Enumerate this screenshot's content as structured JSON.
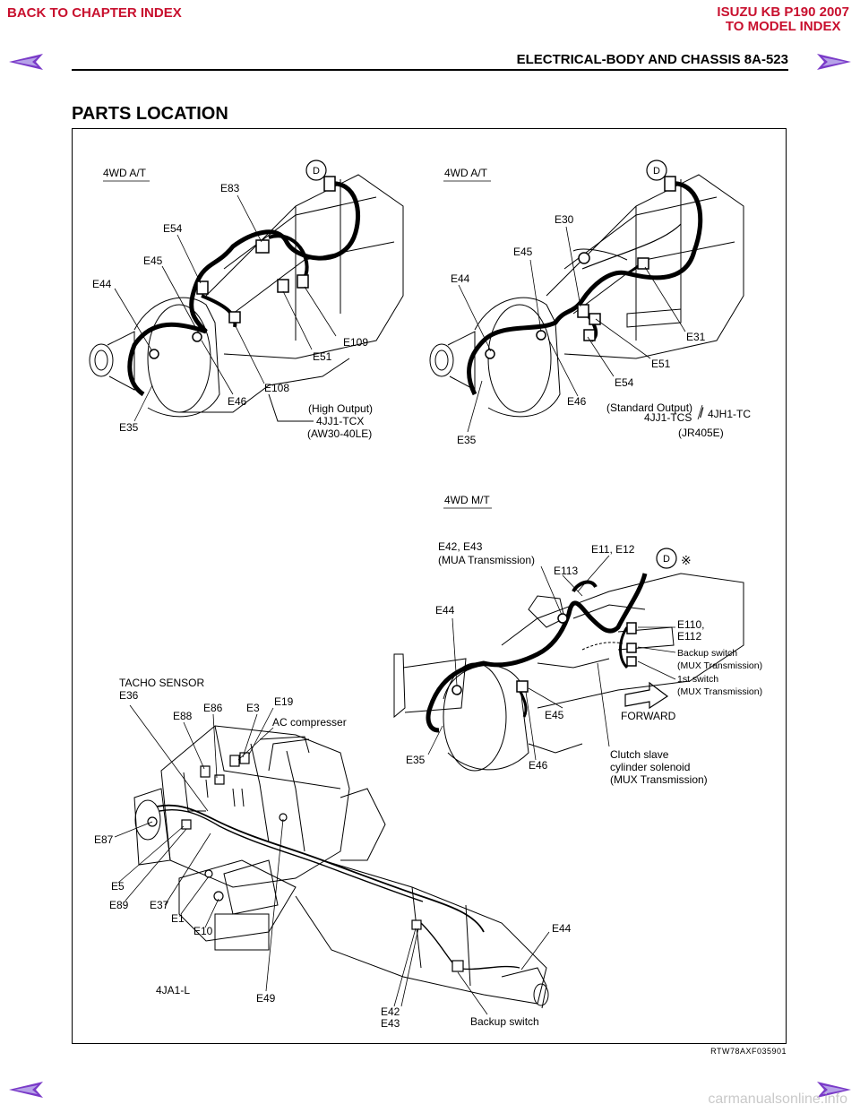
{
  "nav": {
    "back_to_chapter": "BACK TO CHAPTER INDEX",
    "brand_line1": "ISUZU KB P190 2007",
    "brand_line2": "TO MODEL INDEX"
  },
  "header": {
    "page_heading": "ELECTRICAL-BODY AND CHASSIS  8A-523"
  },
  "section_title": "PARTS LOCATION",
  "figure": {
    "code": "RTW78AXF035901",
    "panel_at_high": {
      "title": "4WD A/T",
      "marker": "D",
      "labels": [
        "E83",
        "E54",
        "E45",
        "E44",
        "E109",
        "E51",
        "E108",
        "E46",
        "E35"
      ],
      "caption": [
        "(High Output)",
        "4JJ1-TCX",
        "(AW30-40LE)"
      ]
    },
    "panel_at_std": {
      "title": "4WD A/T",
      "marker": "D",
      "labels": [
        "E30",
        "E45",
        "E44",
        "E31",
        "E51",
        "E54",
        "E46",
        "E35"
      ],
      "caption": [
        "(Standard Output)",
        "4JJ1-TCS",
        "/",
        "4JH1-TC",
        "(JR405E)"
      ]
    },
    "panel_mt": {
      "title": "4WD M/T",
      "marker": "D",
      "note_symbol": "※",
      "labels": {
        "e42_e43": "E42, E43",
        "mua": "(MUA Transmission)",
        "e11_e12": "E11, E12",
        "e113": "E113",
        "e44": "E44",
        "e110": "E110,",
        "e112": "E112",
        "backup_switch": "Backup switch",
        "mux1": "(MUX Transmission)",
        "first_switch": "1st switch",
        "mux2": "(MUX Transmission)",
        "e45": "E45",
        "forward": "FORWARD",
        "e35": "E35",
        "e46": "E46",
        "clutch1": "Clutch slave",
        "clutch2": "cylinder solenoid",
        "clutch3": "(MUX Transmission)"
      }
    },
    "panel_engine": {
      "labels": {
        "tacho": "TACHO SENSOR",
        "e36": "E36",
        "e86": "E86",
        "e3": "E3",
        "e19": "E19",
        "e88": "E88",
        "ac": "AC compresser",
        "e87": "E87",
        "e5": "E5",
        "e89": "E89",
        "e37": "E37",
        "e1": "E1",
        "e10": "E10",
        "e44": "E44",
        "model": "4JA1-L",
        "e49": "E49",
        "e42": "E42",
        "e43": "E43",
        "backup": "Backup switch"
      }
    }
  },
  "watermark": "carmanualsonline.info",
  "colors": {
    "nav_red": "#c8102e",
    "arrow_purple": "#7a3ac8",
    "arrow_light": "#b6a2e8"
  }
}
